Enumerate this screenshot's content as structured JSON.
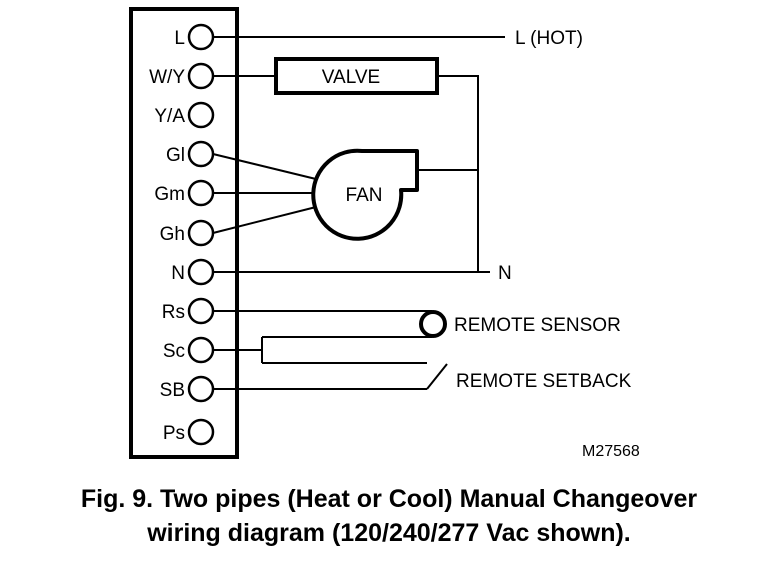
{
  "terminals": [
    {
      "id": "L",
      "label": "L"
    },
    {
      "id": "WY",
      "label": "W/Y"
    },
    {
      "id": "YA",
      "label": "Y/A"
    },
    {
      "id": "GI",
      "label": "Gl"
    },
    {
      "id": "GM",
      "label": "Gm"
    },
    {
      "id": "GH",
      "label": "Gh"
    },
    {
      "id": "N",
      "label": "N"
    },
    {
      "id": "RS",
      "label": "Rs"
    },
    {
      "id": "SC",
      "label": "Sc"
    },
    {
      "id": "SB",
      "label": "SB"
    },
    {
      "id": "PS",
      "label": "Ps"
    }
  ],
  "components": {
    "valve_label": "VALVE",
    "fan_label": "FAN"
  },
  "wire_labels": {
    "line_hot": "L (HOT)",
    "neutral": "N",
    "remote_sensor": "REMOTE SENSOR",
    "remote_setback": "REMOTE SETBACK"
  },
  "figure_id": "M27568",
  "caption": {
    "line1": "Fig. 9. Two pipes (Heat or Cool) Manual Changeover",
    "line2": "wiring diagram (120/240/277 Vac shown)."
  }
}
